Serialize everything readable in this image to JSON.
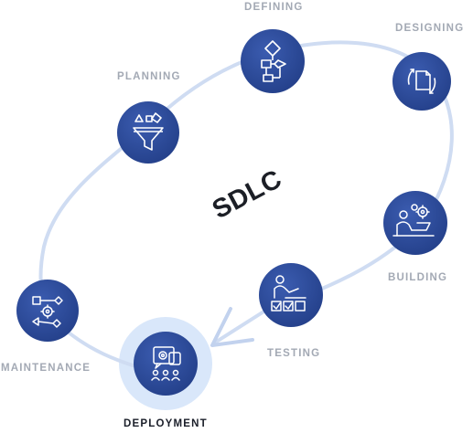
{
  "diagram": {
    "title": "SDLC",
    "colors": {
      "node_fill": "#2f4d9c",
      "node_fill_dark": "#243f88",
      "path": "#cfdcf2",
      "arrow": "#c2d2ee",
      "highlight_halo": "#d9e7fa",
      "label": "#a3a9b4",
      "label_active": "#1b1f2a"
    },
    "stages": [
      {
        "label": "DEFINING",
        "icon": "flowchart-icon"
      },
      {
        "label": "DESIGNING",
        "icon": "document-cycle-icon"
      },
      {
        "label": "PLANNING",
        "icon": "funnel-icon"
      },
      {
        "label": "BUILDING",
        "icon": "person-laptop-gears-icon"
      },
      {
        "label": "TESTING",
        "icon": "person-checkboxes-icon"
      },
      {
        "label": "MAINTENANCE",
        "icon": "workflow-gear-icon"
      },
      {
        "label": "DEPLOYMENT",
        "icon": "deployment-team-icon",
        "active": true
      }
    ]
  }
}
